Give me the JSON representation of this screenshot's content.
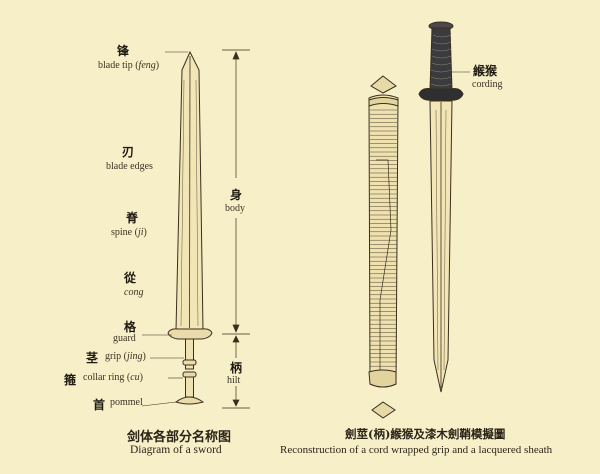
{
  "left_labels": {
    "feng_zh": "锋",
    "feng_en_a": "blade tip (",
    "feng_en_i": "feng",
    "feng_en_b": ")",
    "ren_zh": "刃",
    "ren_en": "blade edges",
    "ji_zh": "脊",
    "ji_en_a": "spine (",
    "ji_en_i": "ji",
    "ji_en_b": ")",
    "cong_zh": "從",
    "cong_en": "cong",
    "ge_zh": "格",
    "ge_en": "guard",
    "jing_zh": "茎",
    "jing_en_a": "grip (",
    "jing_en_i": "jing",
    "jing_en_b": ")",
    "gu_zh": "箍",
    "gu_en_a": "collar ring (",
    "gu_en_i": "cu",
    "gu_en_b": ")",
    "shou_zh": "首",
    "shou_en": "pommel"
  },
  "right_labels": {
    "shen_zh": "身",
    "shen_en": "body",
    "bing_zh": "柄",
    "bing_en": "hilt"
  },
  "cording": {
    "zh": "緱猴",
    "en": "cording"
  },
  "captions": {
    "left_zh": "剑体各部分名称图",
    "left_en": "Diagram of a sword",
    "right_zh": "劍莖(柄)緱猴及漆木劍鞘模擬圖",
    "right_en": "Reconstruction of a cord wrapped grip and a lacquered sheath"
  },
  "colors": {
    "background": "#f7efc8",
    "blade_fill": "#f3e6b6",
    "line": "#3a2f1f",
    "sheath_fill": "#efe2b0",
    "dark_grip": "#3b3a3d"
  }
}
